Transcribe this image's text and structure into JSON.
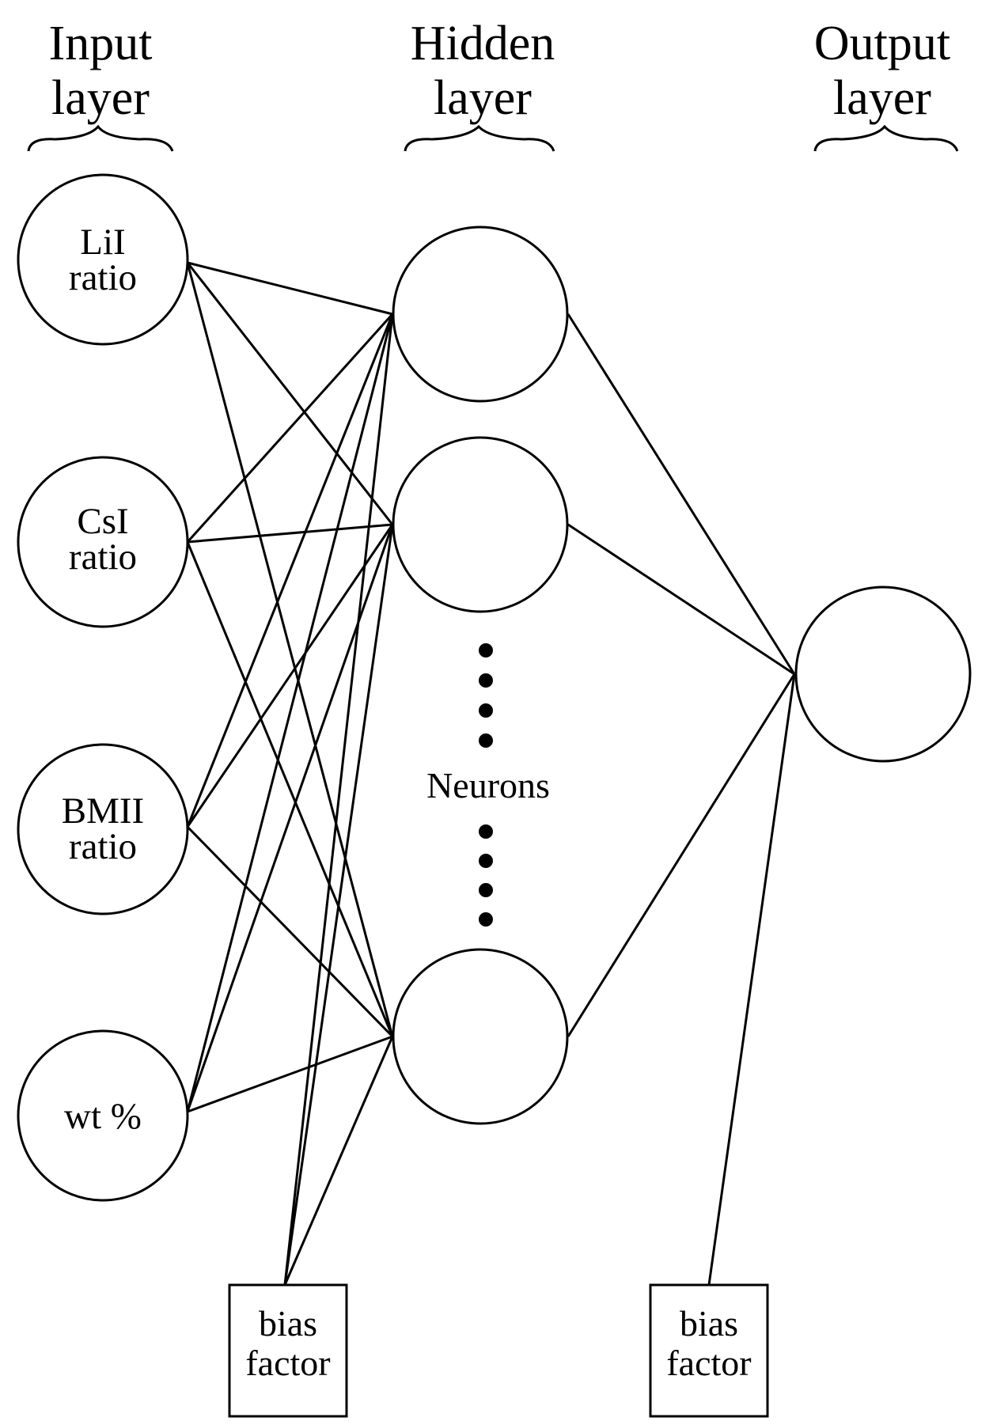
{
  "layers": {
    "input": {
      "title_line1": "Input",
      "title_line2": "layer"
    },
    "hidden": {
      "title_line1": "Hidden",
      "title_line2": "layer"
    },
    "output": {
      "title_line1": "Output",
      "title_line2": "layer"
    }
  },
  "input_nodes": [
    {
      "line1": "LiI",
      "line2": "ratio"
    },
    {
      "line1": "CsI",
      "line2": "ratio"
    },
    {
      "line1": "BMII",
      "line2": "ratio"
    },
    {
      "line1": "wt %",
      "line2": ""
    }
  ],
  "hidden_label": "Neurons",
  "bias_hidden": {
    "line1": "bias",
    "line2": "factor"
  },
  "bias_output": {
    "line1": "bias",
    "line2": "factor"
  }
}
